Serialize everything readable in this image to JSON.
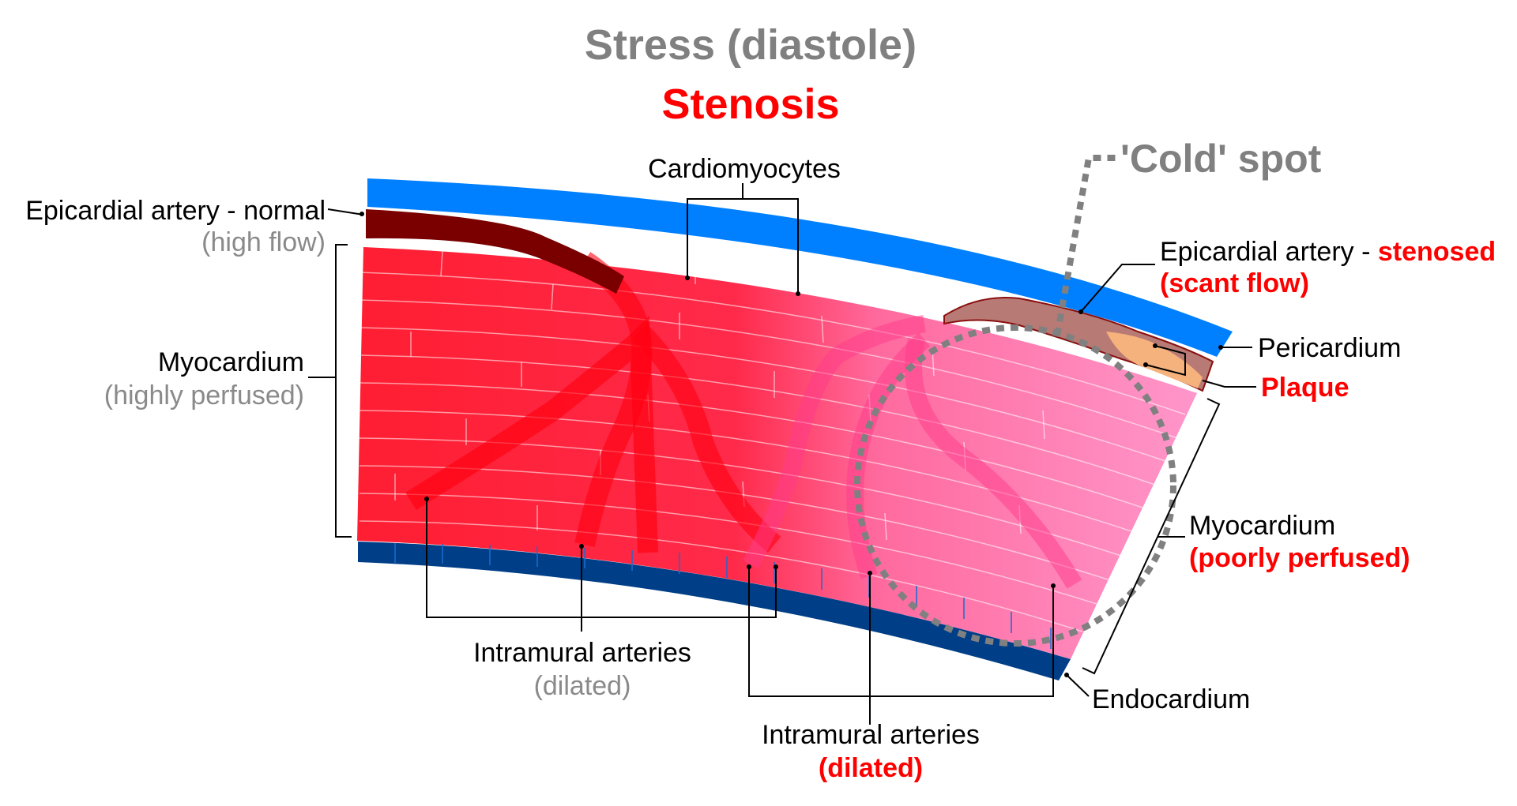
{
  "title": "Stress (diastole)",
  "subtitle": "Stenosis",
  "cold_spot": "'Cold' spot",
  "labels": {
    "epi_normal": "Epicardial artery - normal",
    "epi_normal_flow": "(high flow)",
    "cardiomyocytes": "Cardiomyocytes",
    "epi_stenosed_prefix": "Epicardial artery - ",
    "epi_stenosed_word": "stenosed",
    "epi_stenosed_flow": "(scant flow)",
    "pericardium": "Pericardium",
    "plaque": "Plaque",
    "myo_left": "Myocardium",
    "myo_left_state": "(highly perfused)",
    "myo_right": "Myocardium",
    "myo_right_state": "(poorly perfused)",
    "intramural_left": "Intramural arteries",
    "intramural_left_state": "(dilated)",
    "intramural_right": "Intramural arteries",
    "intramural_right_state": "(dilated)",
    "endocardium": "Endocardium"
  },
  "colors": {
    "pericardium": "#0080ff",
    "endocardium": "#003f87",
    "myocardium_perfused": "#ff1e32",
    "myocardium_poor": "#ff8fc8",
    "artery_normal": "#7a0000",
    "artery_stenosed": "#b87a74",
    "plaque": "#f5b27c",
    "cold_spot": "#808080",
    "title_gray": "#808080",
    "highlight_red": "#ff0000"
  }
}
